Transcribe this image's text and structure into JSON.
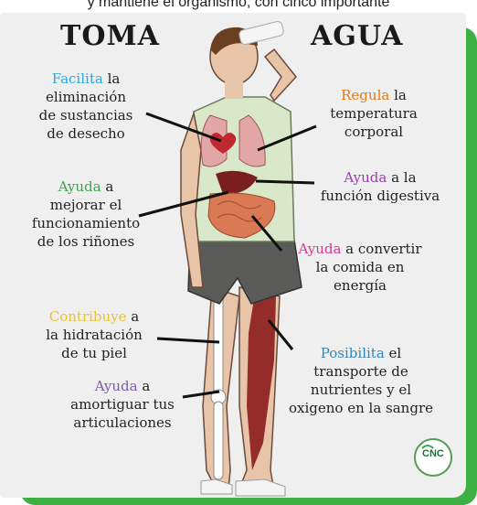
{
  "caption": "y mantiene el organismo, con cinco importante",
  "title_left": "TOMA",
  "title_right": "AGUA",
  "labels": {
    "l1_hl": "Facilita",
    "l1_rest": " la",
    "l1_line2": "eliminación",
    "l1_line3": "de sustancias",
    "l1_line4": "de desecho",
    "r1_hl": "Regula",
    "r1_rest": " la",
    "r1_line2": "temperatura",
    "r1_line3": "corporal",
    "r2_hl": "Ayuda",
    "r2_rest": " a la",
    "r2_line2": "función digestiva",
    "l2_hl": "Ayuda",
    "l2_rest": " a",
    "l2_line2": "mejorar el",
    "l2_line3": "funcionamiento",
    "l2_line4": "de los riñones",
    "r3_hl": "Ayuda",
    "r3_rest": " a convertir",
    "r3_line2": "la comida en",
    "r3_line3": "energía",
    "l3_hl": "Contribuye",
    "l3_rest": " a",
    "l3_line2": "la hidratación",
    "l3_line3": "de tu piel",
    "r4_hl": "Posibilita",
    "r4_rest": " el",
    "r4_line2": "transporte de",
    "r4_line3": "nutrientes y el",
    "r4_line4": "oxigeno en la sangre",
    "l4_hl": "Ayuda",
    "l4_rest": " a",
    "l4_line2": "amortiguar tus",
    "l4_line3": "articulaciones"
  },
  "logo": "CNC",
  "colors": {
    "frame": "#3cb043",
    "poster": "#efefef"
  }
}
